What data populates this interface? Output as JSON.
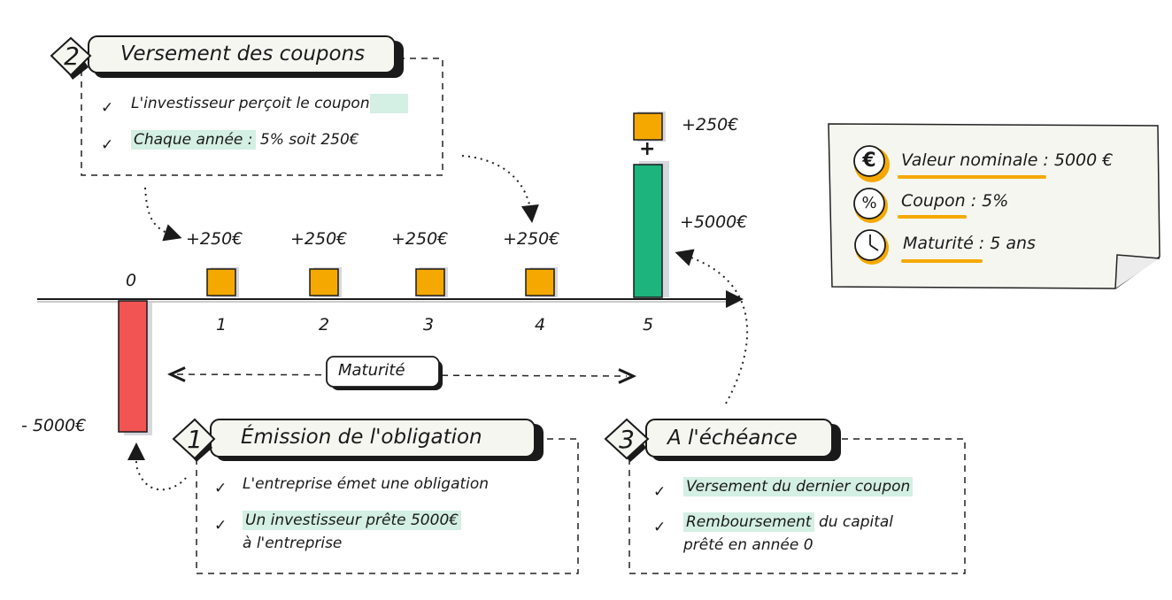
{
  "steps": {
    "coupons": {
      "number": "2",
      "title": "Versement des coupons",
      "line1": "L'investisseur perçoit le coupon",
      "line2_highlight": "Chaque année :",
      "line2_rest": " 5% soit 250€"
    },
    "emission": {
      "number": "1",
      "title": "Émission de l'obligation",
      "line1": "L'entreprise émet une obligation",
      "line2a": "Un investisseur prête 5000€",
      "line2b": "à l'entreprise"
    },
    "echeance": {
      "number": "3",
      "title": "A l'échéance",
      "line1": "Versement du dernier coupon",
      "line2_highlight": "Remboursement",
      "line2_rest": " du capital",
      "line3": "prêté en année 0"
    }
  },
  "timeline": {
    "years": [
      "0",
      "1",
      "2",
      "3",
      "4",
      "5"
    ],
    "coupon_label": "+250€",
    "plus_sign": "+",
    "nominal_label": "+5000€",
    "investment_label": "- 5000€",
    "maturity_label": "Maturité"
  },
  "info_card": {
    "nominal_icon": "€",
    "nominal": "Valeur nominale : 5000 €",
    "coupon_icon": "%",
    "coupon": "Coupon : 5%",
    "maturity": "Maturité : 5 ans"
  },
  "colors": {
    "coupon": "#f5a800",
    "nominal": "#1db47e",
    "investment": "#f25454",
    "highlight": "#d4efe4",
    "underline": "#f5a800"
  }
}
